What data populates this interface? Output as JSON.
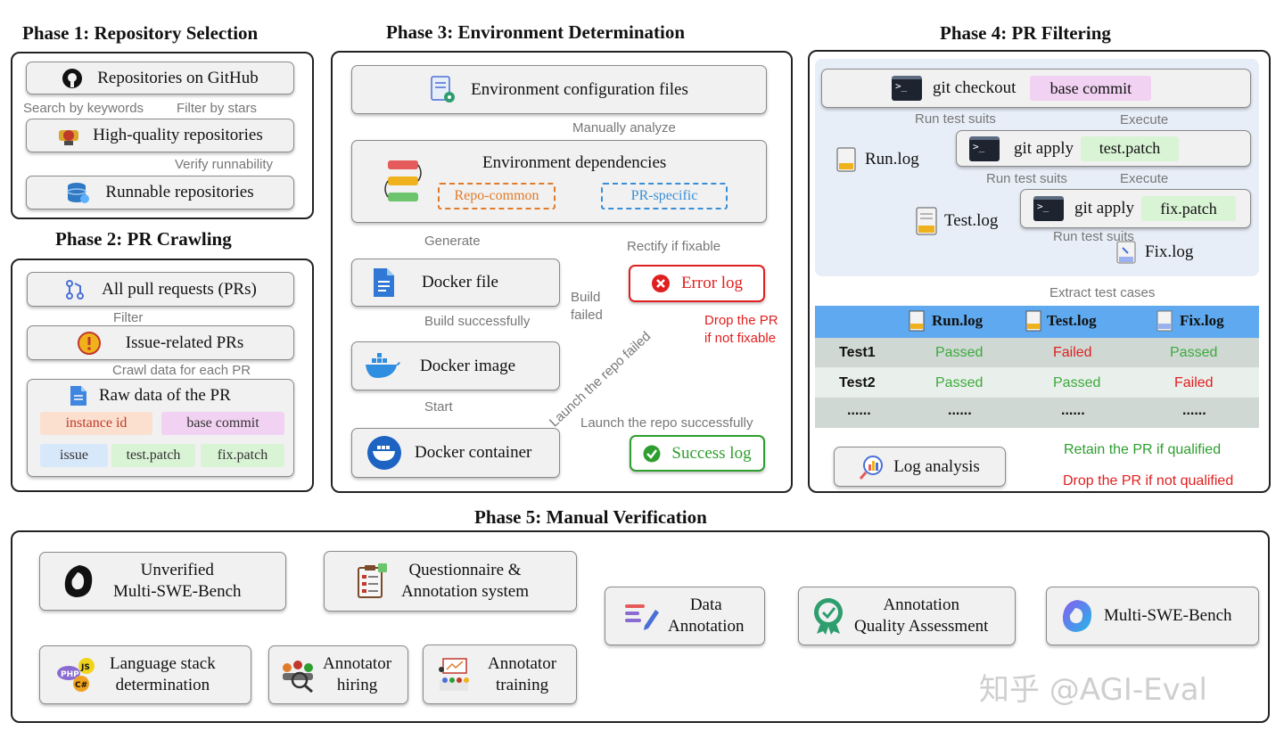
{
  "phase1": {
    "title": "Phase 1: Repository Selection",
    "repos_github": "Repositories on GitHub",
    "search_keywords": "Search by keywords",
    "filter_stars": "Filter by stars",
    "high_quality": "High-quality repositories",
    "verify_runnability": "Verify runnability",
    "runnable": "Runnable repositories"
  },
  "phase2": {
    "title": "Phase 2: PR Crawling",
    "all_prs": "All pull requests (PRs)",
    "filter": "Filter",
    "issue_related": "Issue-related PRs",
    "crawl": "Crawl data for each PR",
    "raw_data": "Raw data of the PR",
    "instance_id": "instance id",
    "base_commit": "base commit",
    "issue": "issue",
    "test_patch": "test.patch",
    "fix_patch": "fix.patch"
  },
  "phase3": {
    "title": "Phase 3: Environment Determination",
    "env_config": "Environment configuration files",
    "manually_analyze": "Manually analyze",
    "env_deps": "Environment dependencies",
    "repo_common": "Repo-common",
    "pr_specific": "PR-specific",
    "generate": "Generate",
    "rectify": "Rectify if fixable",
    "docker_file": "Docker file",
    "build_failed_1": "Build",
    "build_failed_2": "failed",
    "error_log": "Error log",
    "drop_pr_1": "Drop the PR",
    "drop_pr_2": "if not fixable",
    "build_success": "Build successfully",
    "docker_image": "Docker image",
    "launch_failed": "Launch the repo failed",
    "start": "Start",
    "launch_success": "Launch the repo successfully",
    "docker_container": "Docker container",
    "success_log": "Success log"
  },
  "phase4": {
    "title": "Phase 4: PR Filtering",
    "git_checkout": "git checkout",
    "base_commit": "base commit",
    "run_test_suits": "Run test suits",
    "execute": "Execute",
    "run_log": "Run.log",
    "git_apply": "git apply",
    "test_patch": "test.patch",
    "test_log": "Test.log",
    "fix_patch": "fix.patch",
    "fix_log": "Fix.log",
    "extract": "Extract test cases",
    "table": {
      "headers": [
        "Run.log",
        "Test.log",
        "Fix.log"
      ],
      "rows": [
        {
          "name": "Test1",
          "cells": [
            "Passed",
            "Failed",
            "Passed"
          ]
        },
        {
          "name": "Test2",
          "cells": [
            "Passed",
            "Passed",
            "Failed"
          ]
        },
        {
          "name": "......",
          "cells": [
            "......",
            "......",
            "......"
          ]
        }
      ]
    },
    "log_analysis": "Log analysis",
    "retain": "Retain the PR if qualified",
    "drop": "Drop the PR if not qualified"
  },
  "phase5": {
    "title": "Phase 5: Manual Verification",
    "unverified_1": "Unverified",
    "unverified_2": "Multi-SWE-Bench",
    "questionnaire_1": "Questionnaire &",
    "questionnaire_2": "Annotation system",
    "language_1": "Language stack",
    "language_2": "determination",
    "hiring_1": "Annotator",
    "hiring_2": "hiring",
    "training_1": "Annotator",
    "training_2": "training",
    "data_annot_1": "Data",
    "data_annot_2": "Annotation",
    "quality_1": "Annotation",
    "quality_2": "Quality Assessment",
    "msb": "Multi-SWE-Bench"
  },
  "footer": {
    "watermark": "知乎 @AGI-Eval"
  },
  "colors": {
    "error_red": "#e02020",
    "success_green": "#2e9e2e",
    "pink_tag": "#f2d2f2",
    "green_tag": "#d9f3d5",
    "orange_tag": "#fbe0cf",
    "blue_tag": "#d8e8fb",
    "phase4_bg": "#e8eef8",
    "table_header": "#5ea9ef"
  }
}
